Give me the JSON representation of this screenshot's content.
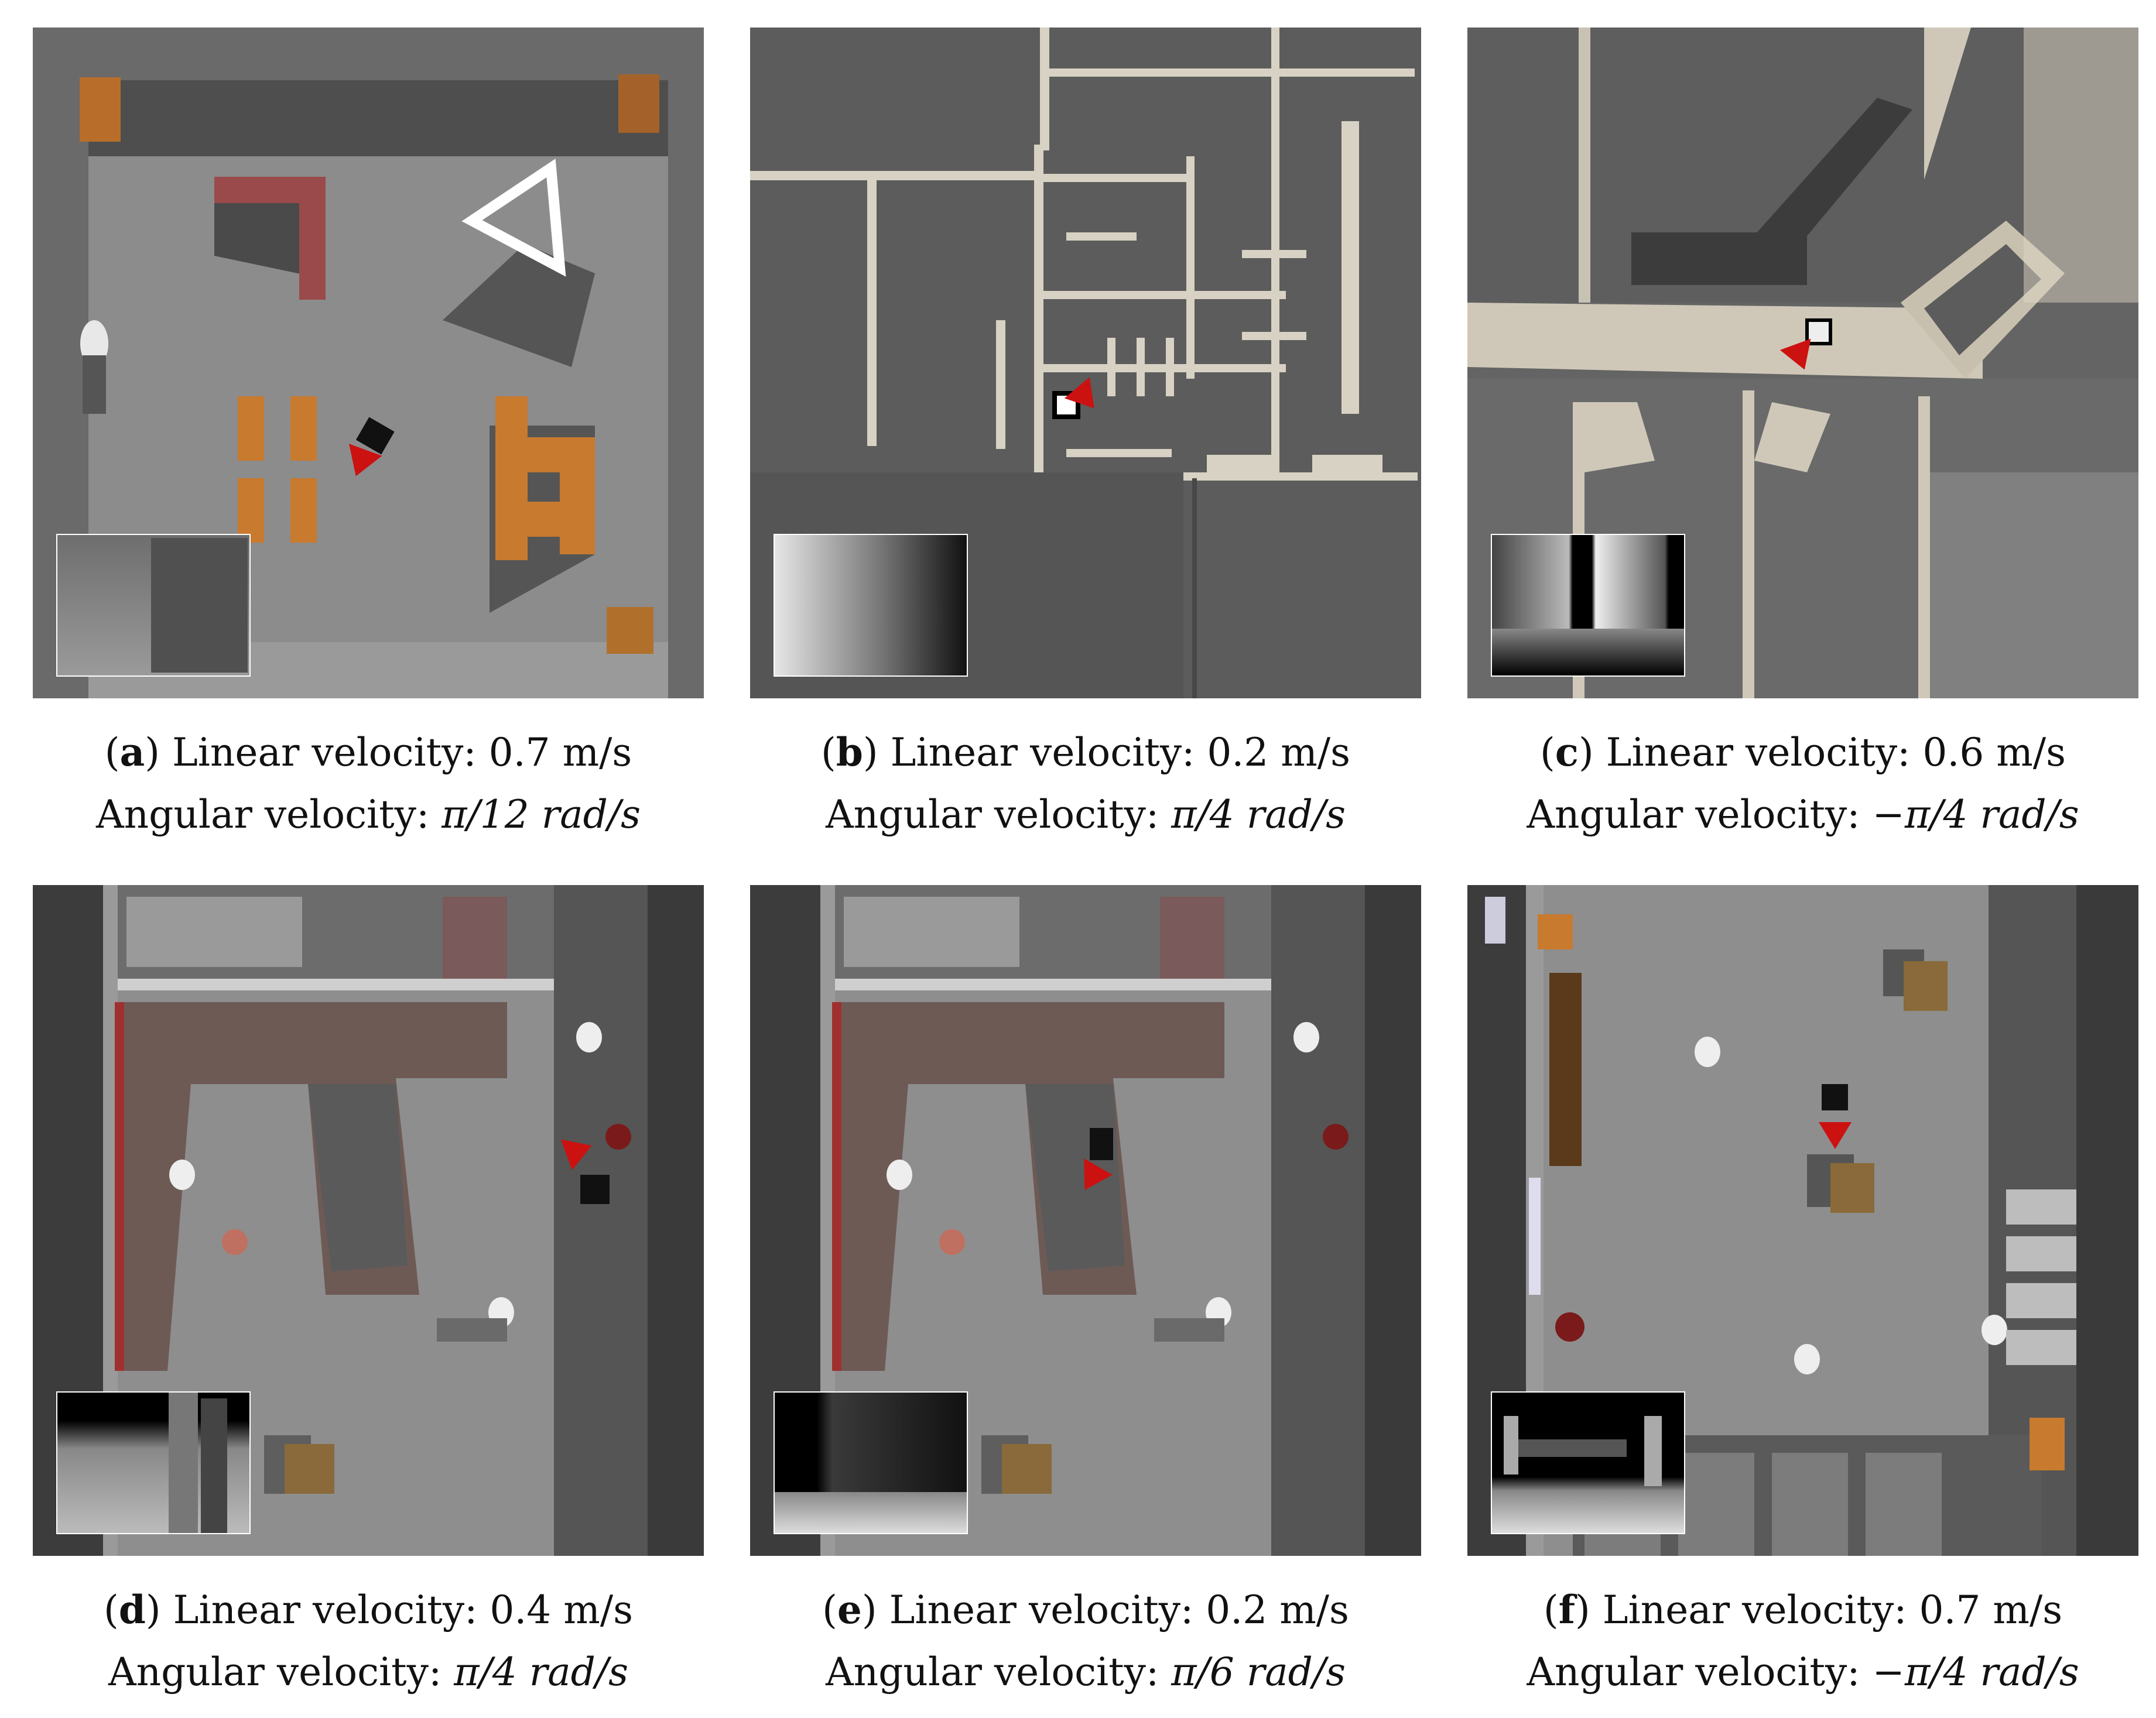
{
  "panels": [
    {
      "letter": "a",
      "linear_label": "Linear velocity:",
      "linear_value": "0.7 m/s",
      "angular_label": "Angular velocity:",
      "angular_value": "π/12 rad/s"
    },
    {
      "letter": "b",
      "linear_label": "Linear velocity:",
      "linear_value": "0.2 m/s",
      "angular_label": "Angular velocity:",
      "angular_value": "π/4 rad/s"
    },
    {
      "letter": "c",
      "linear_label": "Linear velocity:",
      "linear_value": "0.6 m/s",
      "angular_label": "Angular velocity:",
      "angular_value": "−π/4 rad/s"
    },
    {
      "letter": "d",
      "linear_label": "Linear velocity:",
      "linear_value": "0.4 m/s",
      "angular_label": "Angular velocity:",
      "angular_value": "π/4 rad/s"
    },
    {
      "letter": "e",
      "linear_label": "Linear velocity:",
      "linear_value": "0.2 m/s",
      "angular_label": "Angular velocity:",
      "angular_value": "π/6 rad/s"
    },
    {
      "letter": "f",
      "linear_label": "Linear velocity:",
      "linear_value": "0.7 m/s",
      "angular_label": "Angular velocity:",
      "angular_value": "−π/4 rad/s"
    }
  ],
  "colors": {
    "robot_marker": "#cc1111",
    "floor": "#8a8a8a",
    "wall": "#505050",
    "furniture": "#c87a2e"
  }
}
